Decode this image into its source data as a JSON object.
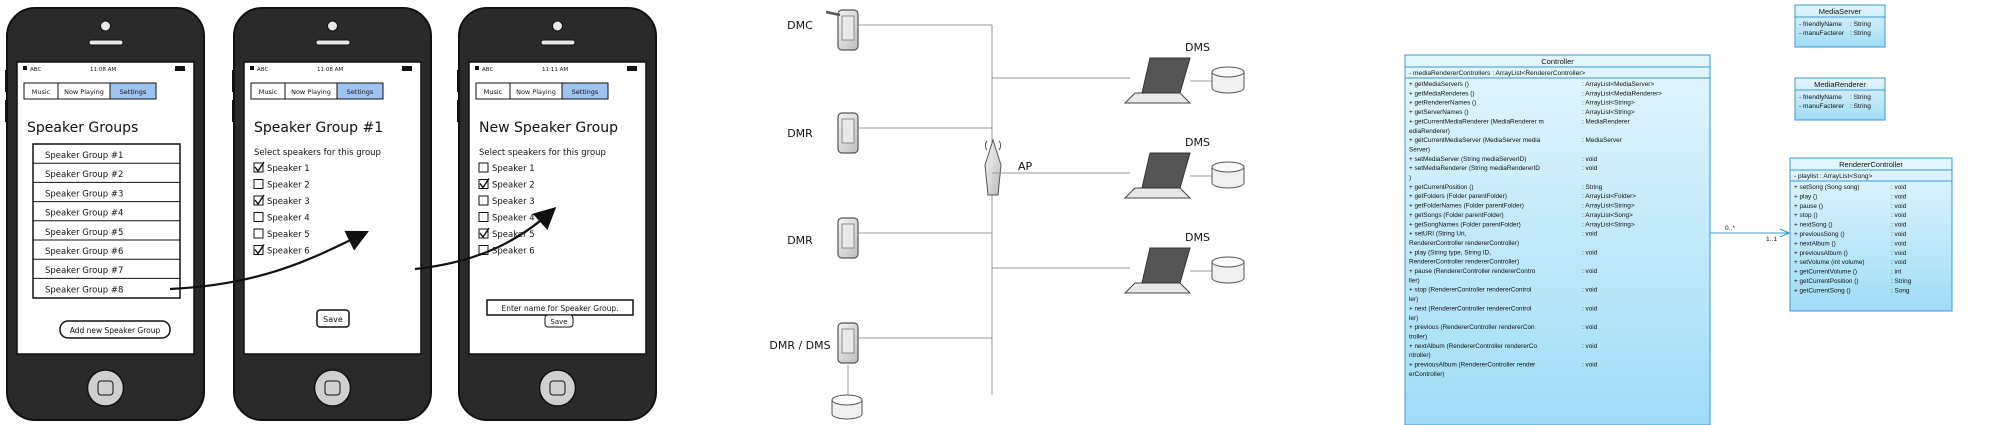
{
  "mockups": [
    {
      "status": {
        "carrier": "ABC",
        "time": "11:08 AM"
      },
      "tabs": [
        "Music",
        "Now Playing",
        "Settings"
      ],
      "heading": "Speaker Groups",
      "groups": [
        "Speaker Group #1",
        "Speaker Group #2",
        "Speaker Group #3",
        "Speaker Group #4",
        "Speaker Group #5",
        "Speaker Group #6",
        "Speaker Group #7",
        "Speaker Group #8"
      ],
      "add_button": "Add new Speaker Group"
    },
    {
      "status": {
        "carrier": "ABC",
        "time": "11:08 AM"
      },
      "tabs": [
        "Music",
        "Now Playing",
        "Settings"
      ],
      "heading": "Speaker Group #1",
      "instruction": "Select speakers for this group",
      "speakers": [
        "Speaker 1",
        "Speaker 2",
        "Speaker 3",
        "Speaker 4",
        "Speaker 5",
        "Speaker 6"
      ],
      "checked": [
        true,
        false,
        true,
        false,
        false,
        true
      ],
      "save": "Save"
    },
    {
      "status": {
        "carrier": "ABC",
        "time": "11:11 AM"
      },
      "tabs": [
        "Music",
        "Now Playing",
        "Settings"
      ],
      "heading": "New Speaker Group",
      "instruction": "Select speakers for this group",
      "speakers": [
        "Speaker 1",
        "Speaker 2",
        "Speaker 3",
        "Speaker 4",
        "Speaker 5",
        "Speaker 6"
      ],
      "checked": [
        false,
        true,
        false,
        false,
        true,
        false
      ],
      "name_input": "Enter name for Speaker Group.",
      "save": "Save"
    }
  ],
  "network": {
    "devices": [
      "DMC",
      "DMR",
      "DMR",
      "DMR / DMS"
    ],
    "ap": "AP",
    "servers": [
      "DMS",
      "DMS",
      "DMS"
    ]
  },
  "uml": {
    "controller": {
      "title": "Controller",
      "attribute": "-  mediaRendererControllers  : ArrayList<RendererController>",
      "ops": [
        [
          "+  getMediaServers ()",
          ": ArrayList<MediaServer>"
        ],
        [
          "+  getMediaRenderes ()",
          ": ArrayList<MediaRenderer>"
        ],
        [
          "+  getRendererNames ()",
          ": ArrayList<String>"
        ],
        [
          "+  getServerNames ()",
          ": ArrayList<String>"
        ],
        [
          "+  getCurrentMediaRenderer (MediaRenderer m",
          ": MediaRenderer"
        ],
        [
          "   ediaRenderer)",
          ""
        ],
        [
          "+  getCurrentMediaServer (MediaServer media",
          ": MediaServer"
        ],
        [
          "   Server)",
          ""
        ],
        [
          "+  setMediaServer (String mediaServerID)",
          ": void"
        ],
        [
          "+  setMediaRenderer (String mediaRendererID",
          ": void"
        ],
        [
          "   )",
          ""
        ],
        [
          "+  getCurrentPosition ()",
          ": String"
        ],
        [
          "+  getFolders (Folder parentFolder)",
          ": ArrayList<Folder>"
        ],
        [
          "+  getFolderNames (Folder parentFolder)",
          ": ArrayList<String>"
        ],
        [
          "+  getSongs (Folder parentFolder)",
          ": ArrayList<Song>"
        ],
        [
          "+  getSongNames (Folder parentFolder)",
          ": ArrayList<String>"
        ],
        [
          "+  setURI (String Uri,",
          ": void"
        ],
        [
          "   RendererController rendererController)",
          ""
        ],
        [
          "+  play (String type, String  ID,",
          ": void"
        ],
        [
          "   RendererController  rendererController)",
          ""
        ],
        [
          "+  pause (RendererController rendererContro",
          ": void"
        ],
        [
          "   ller)",
          ""
        ],
        [
          "+  stop (RendererController rendererControl",
          ": void"
        ],
        [
          "   ler)",
          ""
        ],
        [
          "+  next (RendererController rendererControl",
          ": void"
        ],
        [
          "   ler)",
          ""
        ],
        [
          "+  previous (RendererController rendererCon",
          ": void"
        ],
        [
          "   troller)",
          ""
        ],
        [
          "+  nextAlbum (RendererController rendererCo",
          ": void"
        ],
        [
          "   ntroller)",
          ""
        ],
        [
          "+  previousAlbum (RendererController render",
          ": void"
        ],
        [
          "   erController)",
          ""
        ]
      ]
    },
    "media_server": {
      "title": "MediaServer",
      "attrs": [
        [
          "-  friendlyName",
          ": String"
        ],
        [
          "-  manuFacterer",
          ": String"
        ]
      ]
    },
    "media_renderer": {
      "title": "MediaRenderer",
      "attrs": [
        [
          "-  friendlyName",
          ": String"
        ],
        [
          "-  manuFacterer",
          ": String"
        ]
      ]
    },
    "renderer_controller": {
      "title": "RendererController",
      "attribute": "-  playlist  : ArrayList<Song>",
      "ops": [
        [
          "+  setSong (Song song)",
          ": void"
        ],
        [
          "+  play ()",
          ": void"
        ],
        [
          "+  pause ()",
          ": void"
        ],
        [
          "+  stop ()",
          ": void"
        ],
        [
          "+  nextSong ()",
          ": void"
        ],
        [
          "+  previousSong ()",
          ": void"
        ],
        [
          "+  nextAlbum ()",
          ": void"
        ],
        [
          "+  previousAlbum ()",
          ": void"
        ],
        [
          "+  setVolume (int volume)",
          ": void"
        ],
        [
          "+  getCurrentVolume ()",
          ": int"
        ],
        [
          "+  getCurrentPosition ()",
          ": String"
        ],
        [
          "+  getCurrentSong ()",
          ": Song"
        ]
      ]
    },
    "multiplicity_a": "0..*",
    "multiplicity_b": "1..1"
  },
  "colors": {
    "uml_fill_top": "#e3f6ff",
    "uml_fill_bottom": "#9fdcf5",
    "uml_border": "#3a9ad0",
    "phone_body": "#2a2a2a",
    "tab_selected": "#9ec3ee"
  }
}
